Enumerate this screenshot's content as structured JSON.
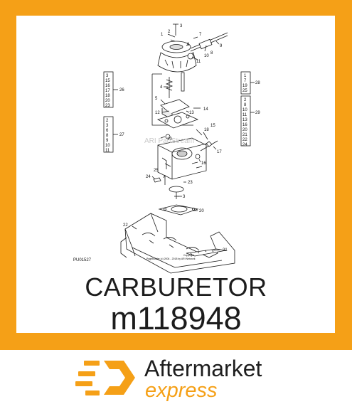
{
  "product": {
    "name": "CARBURETOR",
    "part_number": "m118948"
  },
  "diagram": {
    "figure_id": "PU01527",
    "watermark": "ARI PartStream",
    "copyright_line_1": "Copyright",
    "copyright_line_2": "Pagebuilder (c) 2004 - 2018 by ARI Network",
    "callouts": [
      "1",
      "2",
      "3",
      "4",
      "5",
      "6",
      "7",
      "8",
      "9",
      "10",
      "11",
      "12",
      "13",
      "14",
      "15",
      "16",
      "17",
      "18",
      "19",
      "20",
      "21",
      "22",
      "23",
      "24",
      "25",
      "26",
      "27",
      "28",
      "29"
    ],
    "box_26": [
      "3",
      "15",
      "16",
      "17",
      "18",
      "20",
      "23"
    ],
    "box_27": [
      "2",
      "3",
      "6",
      "8",
      "9",
      "10",
      "11"
    ],
    "box_28": [
      "1",
      "7",
      "19",
      "25"
    ],
    "box_29": [
      "2",
      "8",
      "10",
      "11",
      "13",
      "16",
      "20",
      "21",
      "22",
      "24"
    ]
  },
  "brand": {
    "name_line_1": "Aftermarket",
    "name_line_2": "express",
    "accent_color": "#f5a017",
    "logo_icon": "hexagon-speed-icon"
  }
}
